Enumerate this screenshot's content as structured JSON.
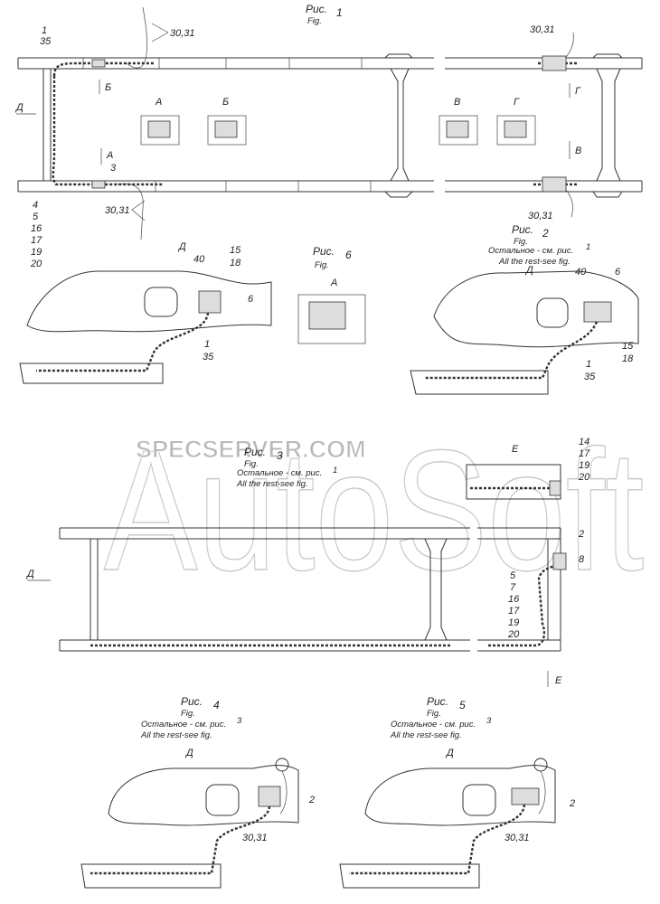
{
  "watermarks": {
    "autosoft": "AutoSoft",
    "specserver": "SPECSERVER.COM"
  },
  "fig1": {
    "caption_ru": "Рис.",
    "caption_en": "Fig.",
    "num": "1",
    "labels": {
      "l1": "1",
      "l35": "35",
      "l3031_top": "30,31",
      "l3031_bot": "30,31",
      "arrowB": "Б",
      "arrowA": "А",
      "l3": "3",
      "stack": [
        "4",
        "5",
        "16",
        "17",
        "19",
        "20"
      ],
      "viewA": "А",
      "viewB": "Б",
      "sideD": "Д"
    }
  },
  "fig2": {
    "caption_ru": "Рис.",
    "caption_en": "Fig.",
    "num": "2",
    "note_ru": "Остальное - см. рис.",
    "note_en": "All the rest-see fig.",
    "note_num": "1",
    "labels": {
      "l3031_top": "30,31",
      "l3031_bot": "30,31",
      "arrowG": "Г",
      "arrowV": "В",
      "viewV": "В",
      "viewG": "Г"
    }
  },
  "fig6": {
    "caption_ru": "Рис.",
    "caption_en": "Fig.",
    "num": "6",
    "view": "А"
  },
  "figL": {
    "d": "Д",
    "l40": "40",
    "l15": "15",
    "l18": "18",
    "l6": "6",
    "l1": "1",
    "l35": "35"
  },
  "figR": {
    "d": "Д",
    "l40": "40",
    "l6": "6",
    "l1": "1",
    "l35": "35",
    "l15": "15",
    "l18": "18"
  },
  "fig3": {
    "caption_ru": "Рис.",
    "caption_en": "Fig.",
    "num": "3",
    "note_ru": "Остальное - см. рис.",
    "note_en": "All the rest-see fig.",
    "note_num": "1",
    "labels": {
      "viewE": "Е",
      "stack_top": [
        "14",
        "17",
        "19",
        "20"
      ],
      "l2": "2",
      "l8": "8",
      "stack_bot": [
        "5",
        "7",
        "16",
        "17",
        "19",
        "20"
      ],
      "sideD": "Д",
      "arrowE": "Е"
    }
  },
  "fig4": {
    "caption_ru": "Рис.",
    "caption_en": "Fig.",
    "num": "4",
    "note_ru": "Остальное - см. рис.",
    "note_en": "All the rest-see fig.",
    "note_num": "3",
    "labels": {
      "d": "Д",
      "l2": "2",
      "l3031": "30,31"
    }
  },
  "fig5": {
    "caption_ru": "Рис.",
    "caption_en": "Fig.",
    "num": "5",
    "note_ru": "Остальное - см. рис.",
    "note_en": "All the rest-see fig.",
    "note_num": "3",
    "labels": {
      "d": "Д",
      "l2": "2",
      "l3031": "30,31"
    }
  }
}
